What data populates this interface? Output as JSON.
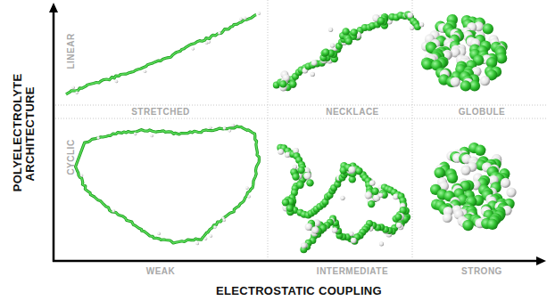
{
  "diagram": {
    "labels": [
      "LINEAR",
      "STRETCHED",
      "NECKLACE",
      "GLOBULE",
      "CYCLIC",
      "WEAK",
      "INTERMEDIATE",
      "STRONG",
      "POLYELECTROLYTE ARCHITECTURE",
      "ELECTROSTATIC COUPLING"
    ]
  }
}
